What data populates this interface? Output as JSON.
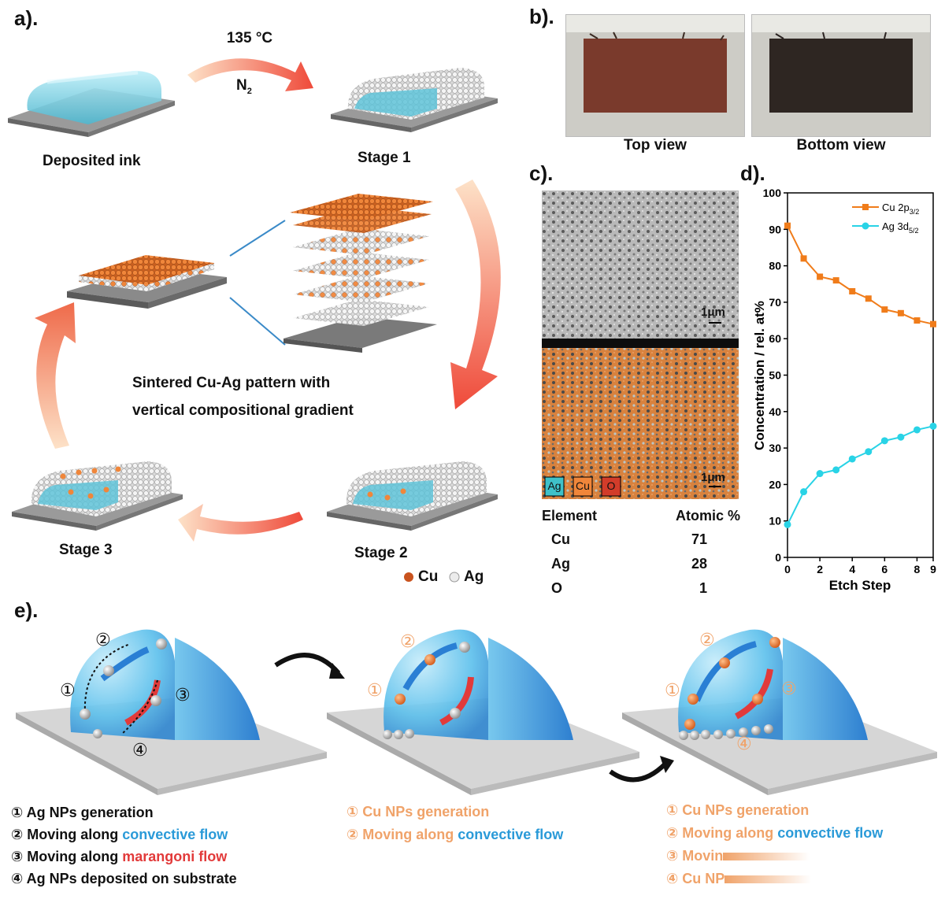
{
  "panels": {
    "a": "a).",
    "b": "b).",
    "c": "c).",
    "d": "d).",
    "e": "e)."
  },
  "panel_a": {
    "temp": "135 °C",
    "gas": "N",
    "gas_sub": "2",
    "deposited": "Deposited ink",
    "stage1": "Stage 1",
    "stage2": "Stage 2",
    "stage3": "Stage 3",
    "pattern_line1": "Sintered Cu-Ag pattern with",
    "pattern_line2": "vertical compositional gradient",
    "legend_cu": "Cu",
    "legend_ag": "Ag",
    "colors": {
      "cu": "#e8792f",
      "ag": "#e6e6e6",
      "ink": "#7fd3e6",
      "substrate": "#8a8a8a"
    }
  },
  "panel_b": {
    "top": "Top view",
    "bottom": "Bottom view"
  },
  "panel_c": {
    "scale1": "1μm",
    "scale2": "1μm",
    "map_legend": [
      "Ag",
      "Cu",
      "O"
    ],
    "table_headers": [
      "Element",
      "Atomic %"
    ],
    "rows": [
      {
        "el": "Cu",
        "val": "71"
      },
      {
        "el": "Ag",
        "val": "28"
      },
      {
        "el": "O",
        "val": "1"
      }
    ]
  },
  "chart_data": {
    "type": "line",
    "xlabel": "Etch Step",
    "ylabel": "Concentration / rel. at%",
    "xlim": [
      0,
      9
    ],
    "ylim": [
      0,
      100
    ],
    "xticks": [
      "0",
      "2",
      "4",
      "6",
      "8"
    ],
    "xtick_values": [
      0,
      2,
      4,
      6,
      8
    ],
    "xtick_last": "9",
    "yticks": [
      "0",
      "10",
      "20",
      "30",
      "40",
      "50",
      "60",
      "70",
      "80",
      "90",
      "100"
    ],
    "legend_position": "top-right",
    "x": [
      0,
      1,
      2,
      3,
      4,
      5,
      6,
      7,
      8,
      9
    ],
    "series": [
      {
        "name": "Cu 2p",
        "name_sub": "3/2",
        "color": "#f07c1a",
        "values": [
          91,
          82,
          77,
          76,
          73,
          71,
          68,
          67,
          65,
          64
        ]
      },
      {
        "name": "Ag 3d",
        "name_sub": "5/2",
        "color": "#29d3e6",
        "values": [
          9,
          18,
          23,
          24,
          27,
          29,
          32,
          33,
          35,
          36
        ]
      }
    ]
  },
  "panel_e": {
    "num_labels": [
      "①",
      "②",
      "③",
      "④"
    ],
    "left": [
      {
        "num": "①",
        "pre": "Ag NPs generation",
        "hl": "",
        "post": ""
      },
      {
        "num": "②",
        "pre": "Moving along ",
        "hl": "convective flow",
        "post": ""
      },
      {
        "num": "③",
        "pre": "Moving along ",
        "hl": "marangoni flow",
        "post": ""
      },
      {
        "num": "④",
        "pre": "Ag NPs deposited on substrate",
        "hl": "",
        "post": ""
      }
    ],
    "mid": [
      {
        "num": "①",
        "pre": "Cu NPs generation",
        "hl": ""
      },
      {
        "num": "②",
        "pre": "Moving along ",
        "hl": "convective flow"
      }
    ],
    "right": [
      {
        "num": "①",
        "pre": "Cu NPs generation",
        "hl": ""
      },
      {
        "num": "②",
        "pre": "Moving along ",
        "hl": "convective flow"
      },
      {
        "num": "③",
        "pre": "Movin",
        "hl": ""
      },
      {
        "num": "④",
        "pre": "Cu NP",
        "hl": ""
      }
    ]
  }
}
